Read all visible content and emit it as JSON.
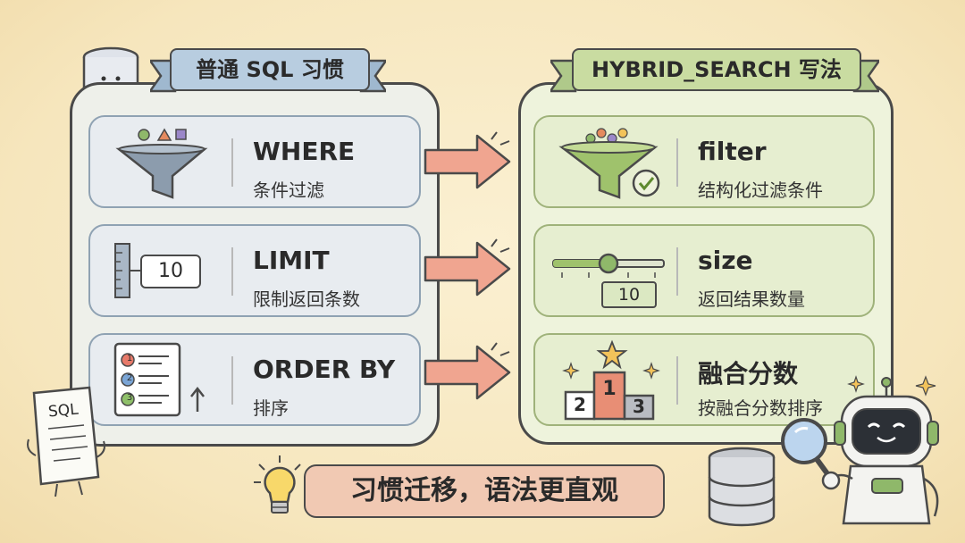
{
  "left_title": "普通 SQL 习惯",
  "right_title": "HYBRID_SEARCH 写法",
  "left_cards": [
    {
      "keyword": "WHERE",
      "desc": "条件过滤"
    },
    {
      "keyword": "LIMIT",
      "desc": "限制返回条数"
    },
    {
      "keyword": "ORDER BY",
      "desc": "排序"
    }
  ],
  "right_cards": [
    {
      "keyword": "filter",
      "desc": "结构化过滤条件"
    },
    {
      "keyword": "size",
      "desc": "返回结果数量"
    },
    {
      "keyword": "融合分数",
      "desc": "按融合分数排序"
    }
  ],
  "limit_box_value": "10",
  "size_box_value": "10",
  "list_numbers": [
    "1",
    "2",
    "3"
  ],
  "podium_numbers": [
    "2",
    "1",
    "3"
  ],
  "sql_paper_label": "SQL",
  "bottom_banner": "习惯迁移，语法更直观",
  "colors": {
    "left_banner": "#b8cde0",
    "right_banner": "#c9dca1",
    "arrow": "#f0a590",
    "bottom_banner": "#f1c9b3",
    "accent_green": "#7fa84a"
  }
}
